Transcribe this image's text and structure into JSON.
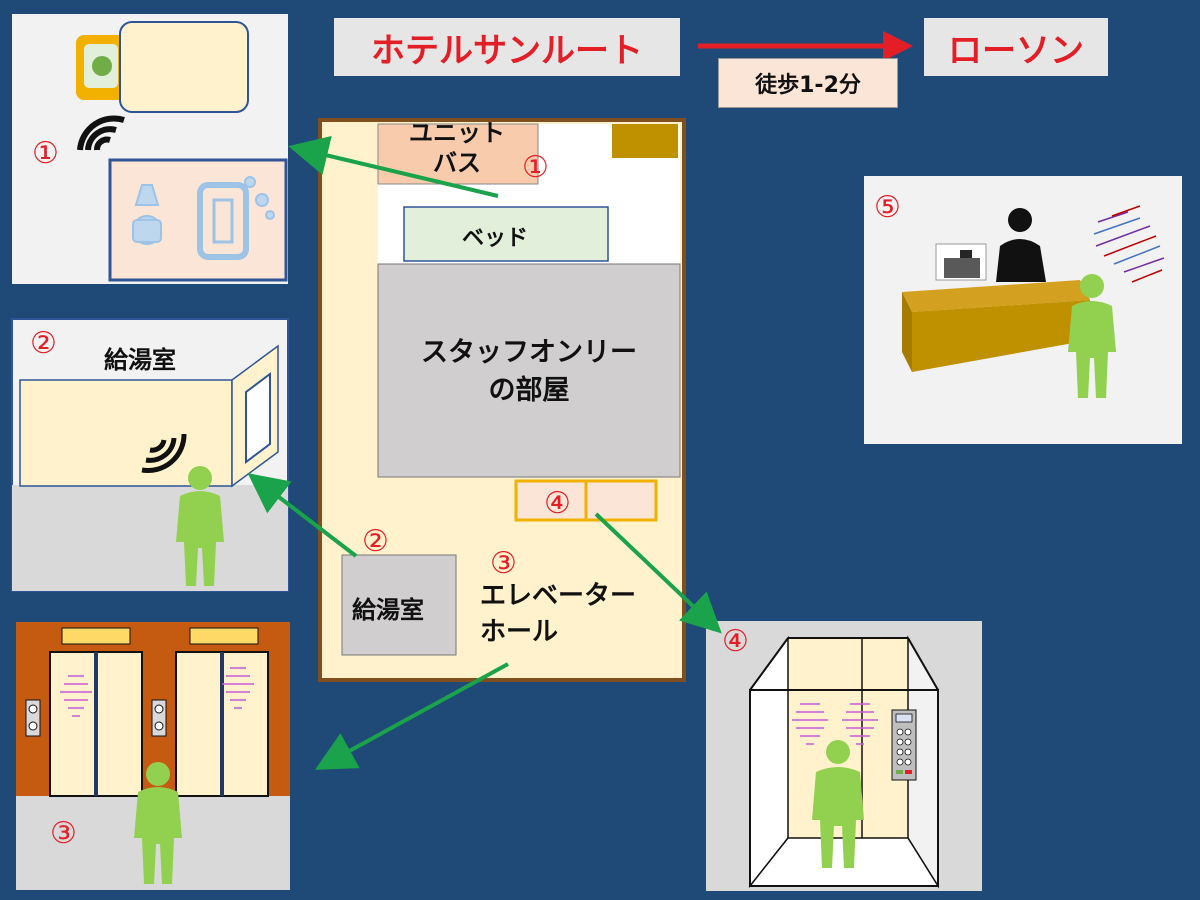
{
  "header": {
    "hotel": "ホテルサンルート",
    "store": "ローソン",
    "walk_time": "徒歩1-2分"
  },
  "floor_plan": {
    "unit_bath": "ユニット\nバス",
    "bed": "ベッド",
    "staff_room": "スタッフオンリー\nの部屋",
    "pantry": "給湯室",
    "elevator_hall": "エレベーター\nホール"
  },
  "markers": {
    "m1": "①",
    "m2": "②",
    "m3": "③",
    "m4": "④",
    "m5": "⑤"
  },
  "panels": {
    "pantry_title": "給湯室"
  },
  "colors": {
    "background": "#1f4a78",
    "accent_red": "#e41e26",
    "arrow_green": "#1aa34a",
    "floor": "#fff2cc",
    "person": "#92d050"
  }
}
